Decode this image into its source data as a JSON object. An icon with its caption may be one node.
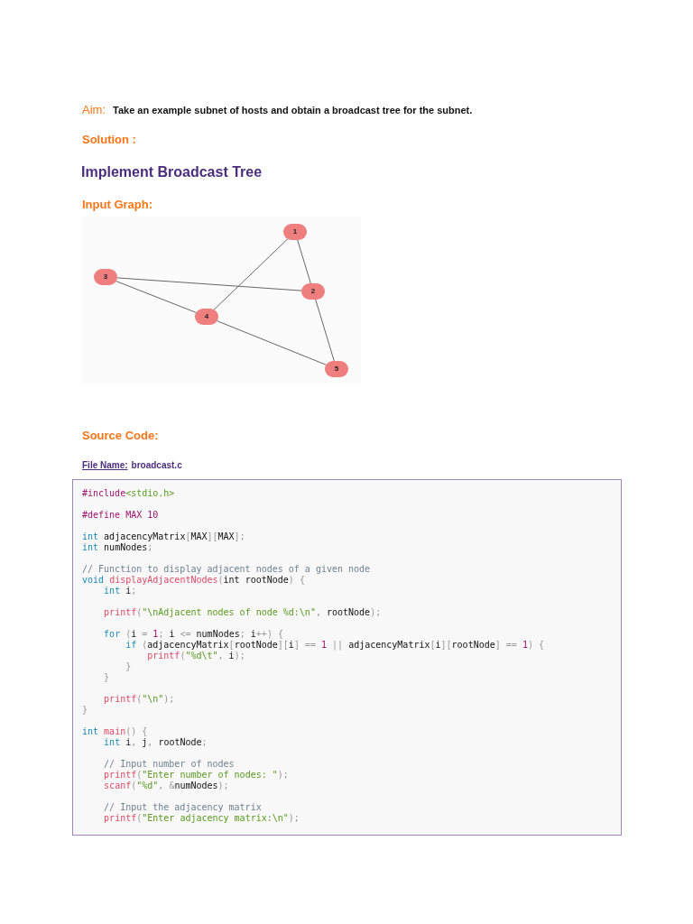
{
  "diagram": {
    "title": "Implement Broadcast Tree",
    "nodes": [
      {
        "text": [
          "1"
        ]
      },
      {
        "text": [
          "3"
        ]
      },
      {
        "text": [
          "2"
        ]
      },
      {
        "text": [
          "4"
        ]
      },
      {
        "text": [
          "5"
        ]
      }
    ],
    "edges": [
      {
        "from": 0,
        "to": 2,
        "arrow": "none"
      },
      {
        "from": 0,
        "to": 3,
        "arrow": "none"
      },
      {
        "from": 1,
        "to": 2,
        "arrow": "none"
      },
      {
        "from": 1,
        "to": 3,
        "arrow": "none"
      },
      {
        "from": 3,
        "to": 4,
        "arrow": "none"
      },
      {
        "from": 2,
        "to": 4,
        "arrow": "none"
      }
    ],
    "labels": [
      "Aim:",
      "Take an example subnet of hosts and obtain a broadcast tree for the subnet.",
      "Solution :",
      "Input Graph:",
      "Source Code:",
      "File Name:",
      "broadcast.c",
      "#include<stdio.h>",
      "#define MAX 10",
      "int adjacencyMatrix[MAX][MAX];",
      "int numNodes;",
      "// Function to display adjacent nodes of a given node",
      "void displayAdjacentNodes(int rootNode) {",
      "    int i;",
      "    printf(\"\\nAdjacent nodes of node %d:\\n\", rootNode);",
      "    for (i = 1; i <= numNodes; i++) {",
      "        if (adjacencyMatrix[rootNode][i] == 1 || adjacencyMatrix[i][rootNode] == 1) {",
      "            printf(\"%d\\t\", i);",
      "        }",
      "    }",
      "    printf(\"\\n\");",
      "}",
      "int main() {",
      "    int i, j, rootNode;",
      "    // Input number of nodes",
      "    printf(\"Enter number of nodes: \");",
      "    scanf(\"%d\", &numNodes);",
      "    // Input the adjacency matrix",
      "    printf(\"Enter adjacency matrix:\\n\");"
    ]
  }
}
